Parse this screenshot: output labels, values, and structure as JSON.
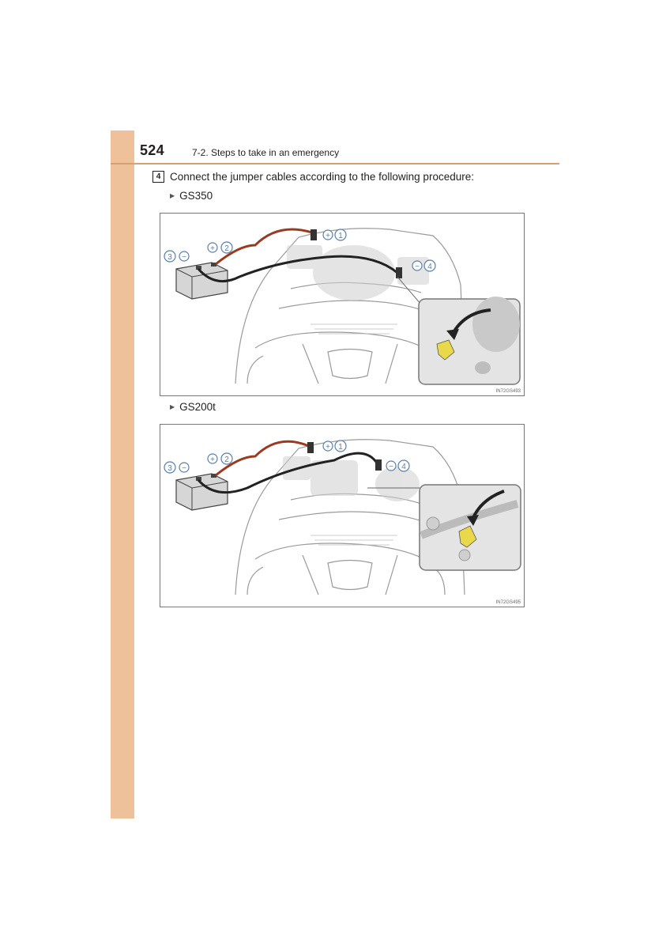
{
  "header": {
    "page_number": "524",
    "section": "7-2. Steps to take in an emergency"
  },
  "step": {
    "number": "4",
    "text": "Connect the jumper cables according to the following procedure:"
  },
  "figures": [
    {
      "variant": "GS350",
      "code": "IN72GS493",
      "labels": {
        "one": "1",
        "two": "2",
        "three": "3",
        "four": "4"
      }
    },
    {
      "variant": "GS200t",
      "code": "IN72GS495",
      "labels": {
        "one": "1",
        "two": "2",
        "three": "3",
        "four": "4"
      }
    }
  ],
  "colors": {
    "side_tab": "#eec19a",
    "header_rule": "#d9a06f",
    "positive_cable": "#9a3a20",
    "negative_cable": "#222222",
    "callout_circle": "#5a7fa8",
    "ground_point": "#e8d84a"
  }
}
